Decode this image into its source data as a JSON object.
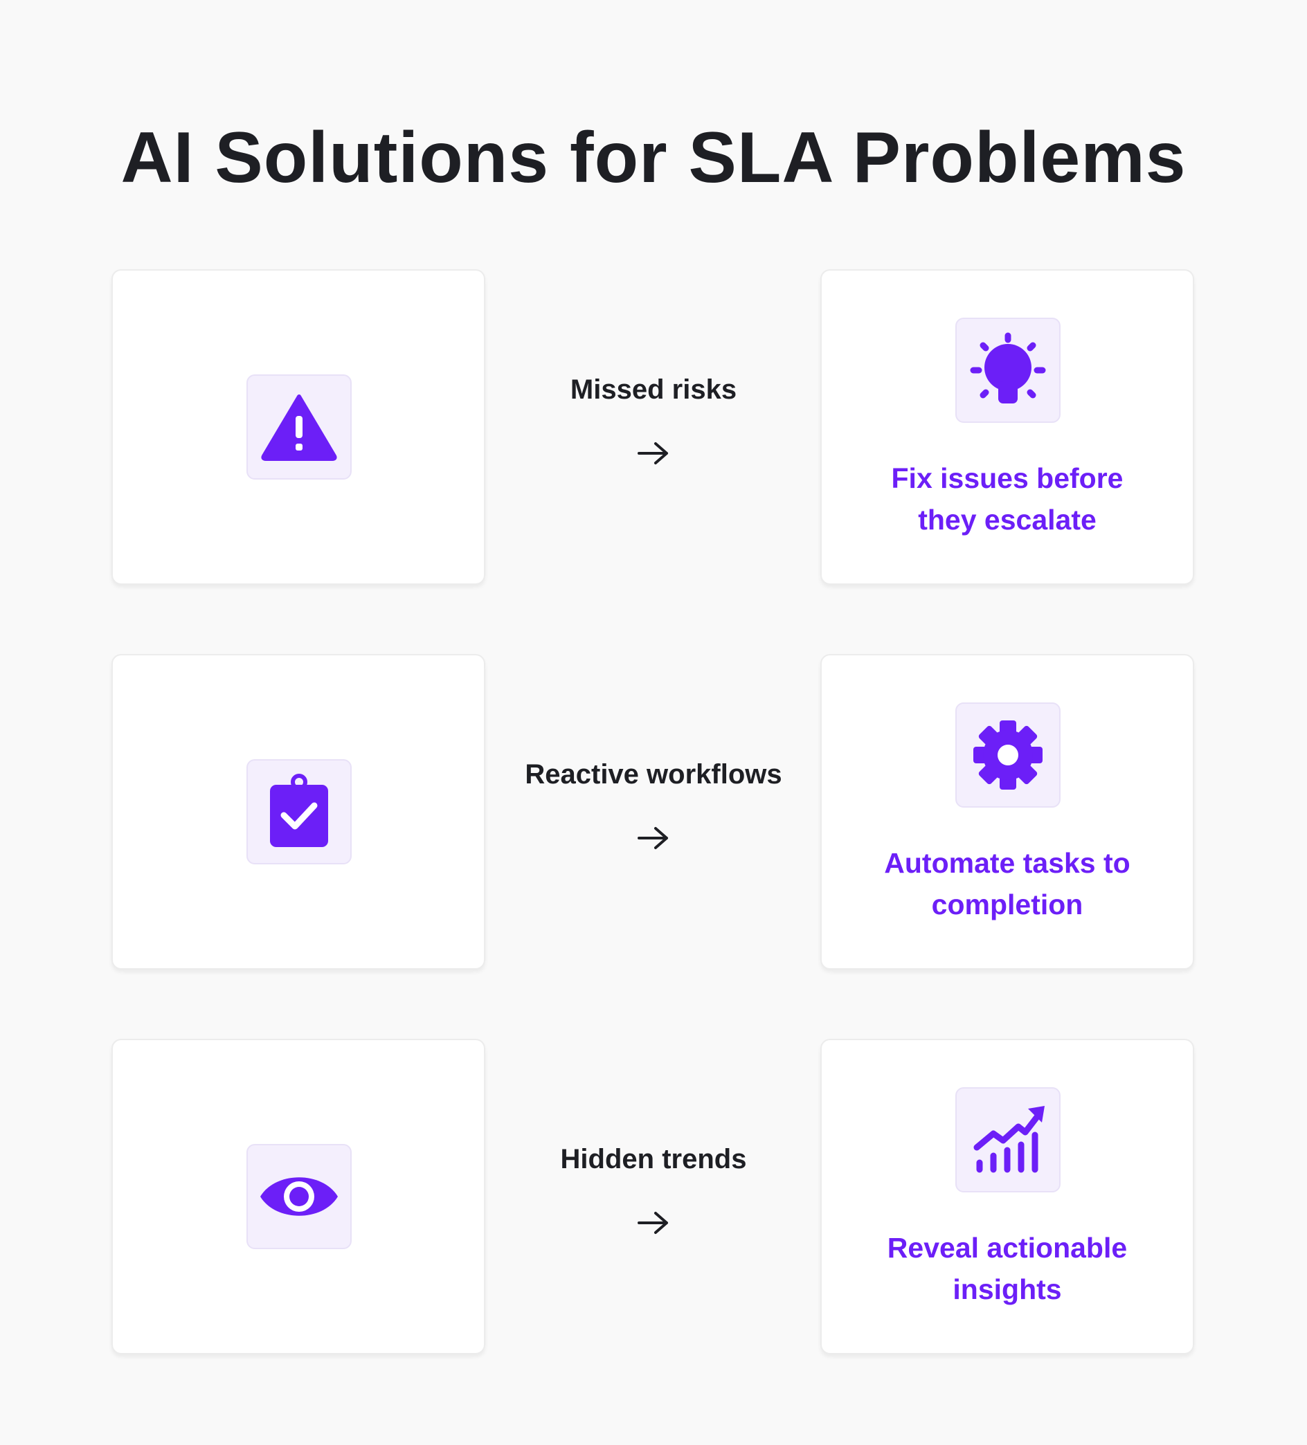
{
  "title": "AI Solutions for SLA Problems",
  "accent_color": "#6c1ff7",
  "rows": [
    {
      "problem_icon": "warning-triangle-icon",
      "problem": "Missed risks",
      "solution_icon": "lightbulb-icon",
      "solution_line1": "Fix issues before",
      "solution_line2": "they escalate"
    },
    {
      "problem_icon": "clipboard-check-icon",
      "problem": "Reactive workflows",
      "solution_icon": "gear-icon",
      "solution_line1": "Automate tasks to",
      "solution_line2": "completion"
    },
    {
      "problem_icon": "eye-icon",
      "problem": "Hidden trends",
      "solution_icon": "trending-chart-icon",
      "solution_line1": "Reveal actionable",
      "solution_line2": "insights"
    }
  ]
}
